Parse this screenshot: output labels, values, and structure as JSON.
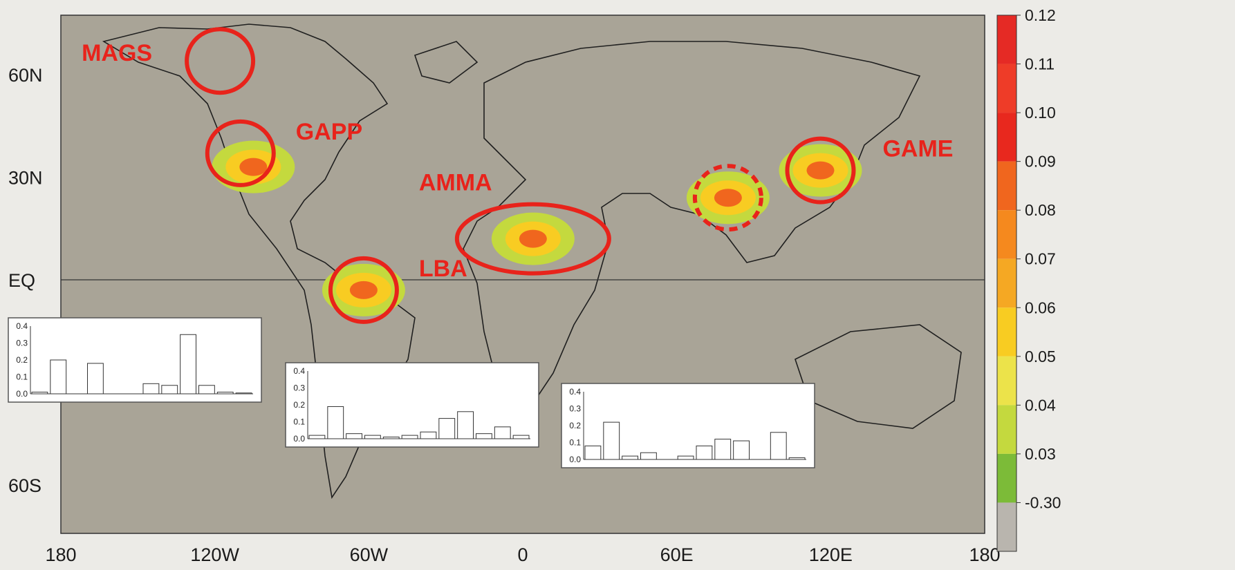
{
  "map": {
    "lat_ticks": [
      "60N",
      "30N",
      "EQ",
      "60S"
    ],
    "lon_ticks": [
      "180",
      "120W",
      "60W",
      "0",
      "60E",
      "120E",
      "180"
    ],
    "regions": [
      {
        "name": "MAGS",
        "lon": -118,
        "lat": 64,
        "style": "solid"
      },
      {
        "name": "GAPP",
        "lon": -110,
        "lat": 37,
        "style": "solid"
      },
      {
        "name": "LBA",
        "lon": -62,
        "lat": -3,
        "style": "solid"
      },
      {
        "name": "AMMA",
        "lon": 4,
        "lat": 12,
        "style": "solid"
      },
      {
        "name": "GAME",
        "lon": 116,
        "lat": 32,
        "style": "solid"
      },
      {
        "name": "",
        "lon": 80,
        "lat": 24,
        "style": "dashed"
      }
    ],
    "hotspots": [
      {
        "lon": -105,
        "lat": 33,
        "level": 0.1
      },
      {
        "lon": -62,
        "lat": -3,
        "level": 0.09
      },
      {
        "lon": 4,
        "lat": 12,
        "level": 0.1
      },
      {
        "lon": 80,
        "lat": 24,
        "level": 0.1
      },
      {
        "lon": 116,
        "lat": 32,
        "level": 0.08
      }
    ]
  },
  "colorbar": {
    "labels": [
      "0.12",
      "0.11",
      "0.10",
      "0.09",
      "0.08",
      "0.07",
      "0.06",
      "0.05",
      "0.04",
      "0.03",
      "-0.30"
    ],
    "colors": [
      "#e52a25",
      "#ee3c28",
      "#e8281e",
      "#f0661e",
      "#f5891e",
      "#f5a823",
      "#f8cc22",
      "#ece34a",
      "#c4d93e",
      "#7cbb38"
    ],
    "bottom_color": "#b9b5ae"
  },
  "chart_data": [
    {
      "type": "bar",
      "ylim": [
        0,
        0.4
      ],
      "y_ticks": [
        "0.0",
        "0.1",
        "0.2",
        "0.3",
        "0.4"
      ],
      "values": [
        0.01,
        0.2,
        0.0,
        0.18,
        0.0,
        0.0,
        0.06,
        0.05,
        0.35,
        0.05,
        0.01,
        0.005
      ]
    },
    {
      "type": "bar",
      "ylim": [
        0,
        0.4
      ],
      "y_ticks": [
        "0.0",
        "0.1",
        "0.2",
        "0.3",
        "0.4"
      ],
      "values": [
        0.02,
        0.19,
        0.03,
        0.02,
        0.01,
        0.02,
        0.04,
        0.12,
        0.16,
        0.03,
        0.07,
        0.02
      ]
    },
    {
      "type": "bar",
      "ylim": [
        0,
        0.4
      ],
      "y_ticks": [
        "0.0",
        "0.1",
        "0.2",
        "0.3",
        "0.4"
      ],
      "values": [
        0.08,
        0.22,
        0.02,
        0.04,
        0.0,
        0.02,
        0.08,
        0.12,
        0.11,
        0.0,
        0.16,
        0.01
      ]
    }
  ]
}
